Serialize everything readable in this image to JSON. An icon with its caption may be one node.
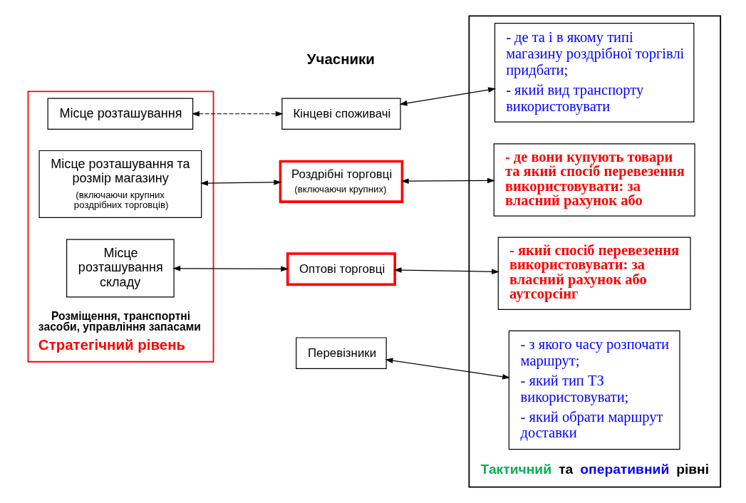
{
  "diagram": {
    "nodes": [
      {
        "text": [
          "Розміщення, транспортні засоби, управління запасами",
          "Стратегічний рівень"
        ]
      },
      {
        "text": [
          "Тактичний та оперативний рівні"
        ]
      },
      {
        "text": [
          "Місце розташування"
        ],
        "in": 0
      },
      {
        "text": [
          "Місце розташування та розмір магазину",
          "(включаючи крупних роздрібних торговців)"
        ],
        "in": 0
      },
      {
        "text": [
          "Місце розташування складу"
        ],
        "in": 0
      },
      {
        "text": [
          "Кінцеві споживачі"
        ]
      },
      {
        "text": [
          "Роздрібні торговці",
          "(включаючи крупних)"
        ]
      },
      {
        "text": [
          "Оптові торговці"
        ]
      },
      {
        "text": [
          "Перевізники"
        ]
      },
      {
        "text": [
          "- де та і в якому типі магазину роздрібної торгівлі придбати;",
          "- який вид транспорту використовувати"
        ],
        "in": 1
      },
      {
        "text": [
          "- де вони купують товари та який спосіб перевезення використовувати: за власний рахунок або"
        ],
        "in": 1
      },
      {
        "text": [
          "- який спосіб перевезення використовувати: за власний рахунок або аутсорсінг"
        ],
        "in": 1
      },
      {
        "text": [
          "- з якого часу розпочати маршрут;",
          "- який тип ТЗ використовувати;",
          "- який обрати маршрут доставки"
        ],
        "in": 1
      }
    ],
    "edges": [
      {
        "from": 2,
        "to": 5,
        "arrow": "both",
        "style": "dashed"
      },
      {
        "from": 3,
        "to": 6,
        "arrow": "both"
      },
      {
        "from": 4,
        "to": 7,
        "arrow": "both"
      },
      {
        "from": 5,
        "to": 9,
        "arrow": "both"
      },
      {
        "from": 6,
        "to": 10,
        "arrow": "both"
      },
      {
        "from": 7,
        "to": 11,
        "arrow": "both"
      },
      {
        "from": 8,
        "to": 12,
        "arrow": "both"
      }
    ],
    "labels": [
      "Учасники"
    ]
  }
}
